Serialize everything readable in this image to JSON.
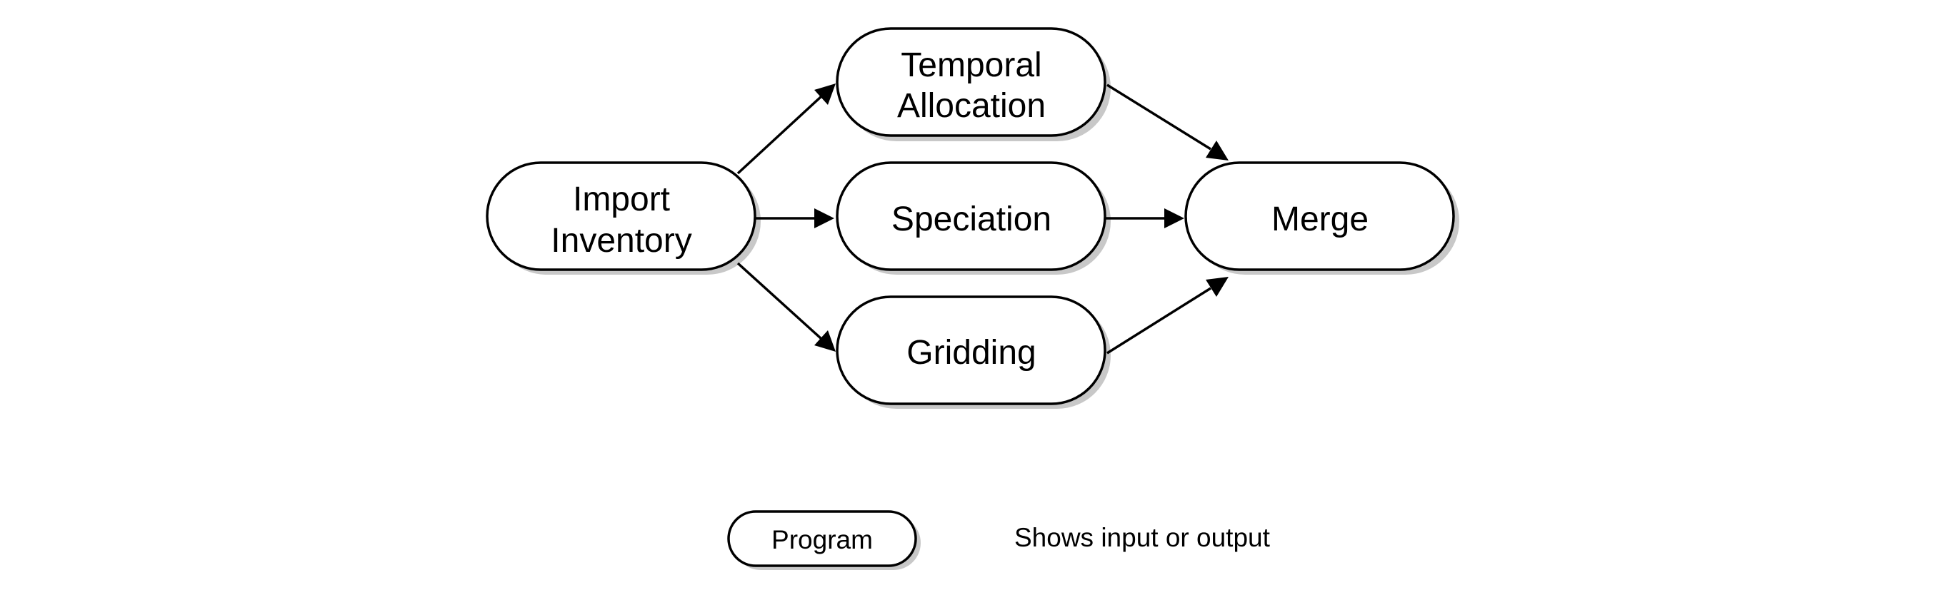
{
  "nodes": {
    "import": {
      "line1": "Import",
      "line2": "Inventory"
    },
    "temporal": {
      "line1": "Temporal",
      "line2": "Allocation"
    },
    "speciation": {
      "label": "Speciation"
    },
    "gridding": {
      "label": "Gridding"
    },
    "merge": {
      "label": "Merge"
    }
  },
  "edges": [
    {
      "from": "Import Inventory",
      "to": "Temporal Allocation"
    },
    {
      "from": "Import Inventory",
      "to": "Speciation"
    },
    {
      "from": "Import Inventory",
      "to": "Gridding"
    },
    {
      "from": "Temporal Allocation",
      "to": "Merge"
    },
    {
      "from": "Speciation",
      "to": "Merge"
    },
    {
      "from": "Gridding",
      "to": "Merge"
    }
  ],
  "legend": {
    "program_label": "Program",
    "io_label": "Shows input or output"
  }
}
